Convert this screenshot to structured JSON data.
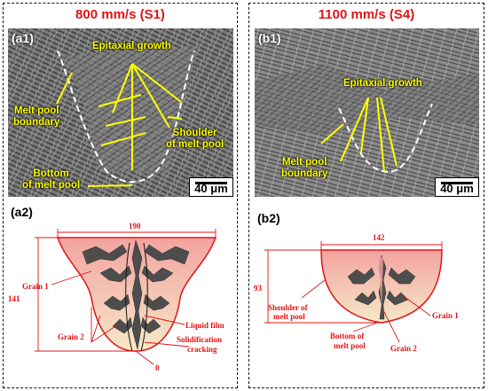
{
  "left": {
    "title": "800 mm/s (S1)",
    "photo_label": "(a1)",
    "photo_annotations": {
      "epitaxial": "Epitaxial growth",
      "boundary": [
        "Melt pool",
        "boundary"
      ],
      "shoulder": [
        "Shoulder",
        "of melt pool"
      ],
      "bottom": [
        "Bottom",
        "of melt pool"
      ]
    },
    "scale": "40 μm",
    "schematic_label": "(a2)",
    "schematic": {
      "width_value": "190",
      "depth_value": "141",
      "zero": "0",
      "grain1": "Grain 1",
      "grain2": "Grain 2",
      "liquid_film": "Liquid film",
      "crack": [
        "Solidification",
        "cracking"
      ]
    }
  },
  "right": {
    "title": "1100 mm/s (S4)",
    "photo_label": "(b1)",
    "photo_annotations": {
      "epitaxial": "Epitaxial growth",
      "boundary": [
        "Melt pool",
        "boundary"
      ]
    },
    "scale": "40 μm",
    "schematic_label": "(b2)",
    "schematic": {
      "width_value": "142",
      "depth_value": "93",
      "shoulder": [
        "Shoulder of",
        "melt pool"
      ],
      "grain1": "Grain 1",
      "grain2": "Grain 2",
      "bottom": [
        "Bottom of",
        "melt pool"
      ]
    }
  },
  "colors": {
    "title_red": "#e01414",
    "annotation_yellow": "#ffff00",
    "pool_top": "#f2a3a0",
    "pool_bottom": "#f7e8c8",
    "grain": "#555555"
  }
}
